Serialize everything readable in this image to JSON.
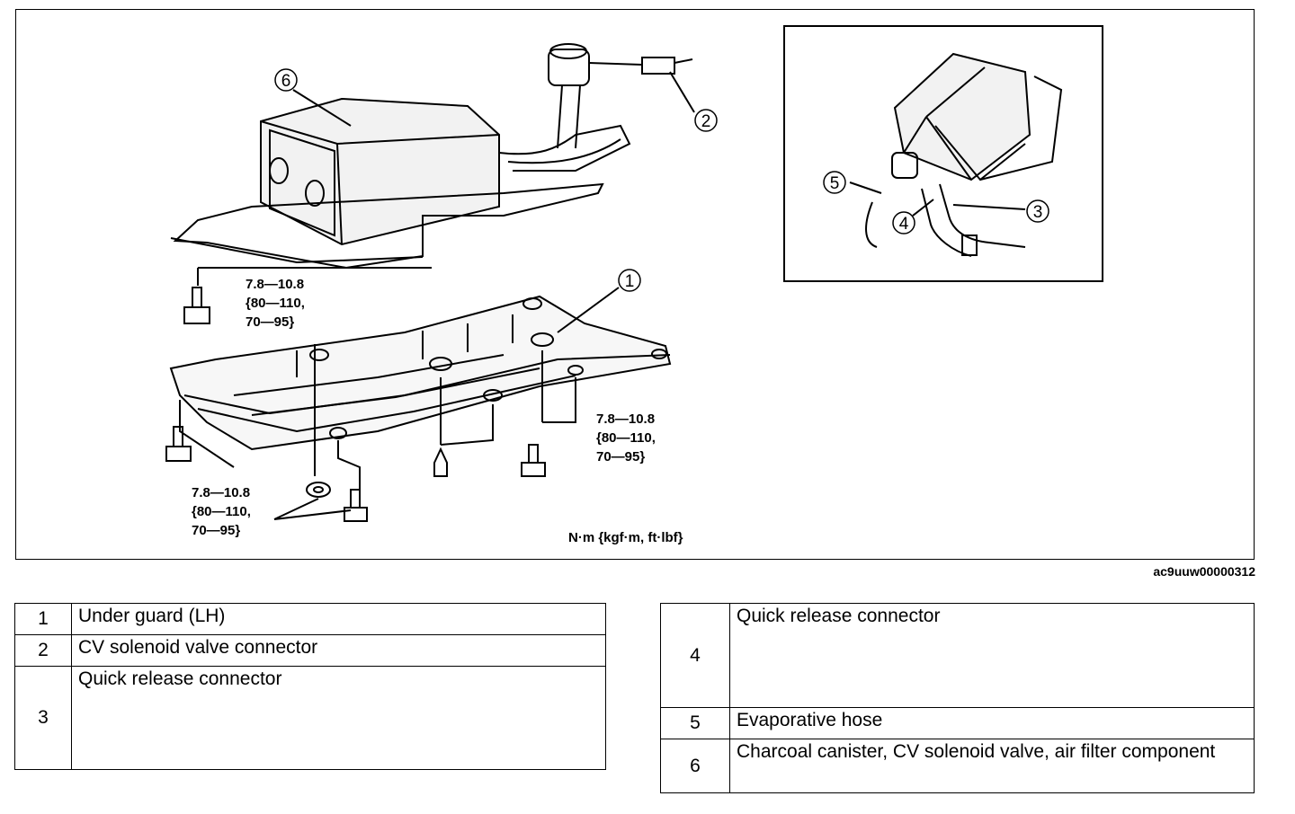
{
  "figure": {
    "id": "ac9uuw00000312",
    "unit_label": "N·m {kgf·m, ft·lbf}",
    "torque_specs": [
      "7.8—10.8\n{80—110,\n70—95}",
      "7.8—10.8\n{80—110,\n70—95}",
      "7.8—10.8\n{80—110,\n70—95}"
    ],
    "callouts": [
      "1",
      "2",
      "3",
      "4",
      "5",
      "6"
    ]
  },
  "legend_left": [
    {
      "num": "1",
      "label": "Under guard (LH)"
    },
    {
      "num": "2",
      "label": "CV solenoid valve connector"
    },
    {
      "num": "3",
      "label": "Quick release connector"
    }
  ],
  "legend_right": [
    {
      "num": "4",
      "label": "Quick release connector"
    },
    {
      "num": "5",
      "label": "Evaporative hose"
    },
    {
      "num": "6",
      "label": "Charcoal canister, CV solenoid valve, air filter component"
    }
  ]
}
